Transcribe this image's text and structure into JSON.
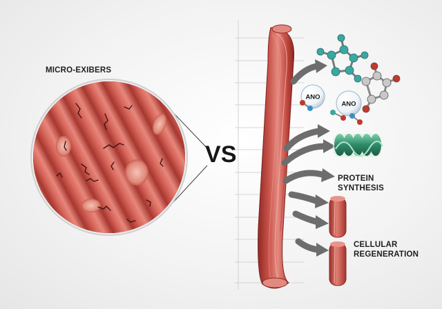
{
  "labels": {
    "micro_fibers": "MICRO-EXIBERS",
    "vs": "VS",
    "protein_line1": "PROTEIN",
    "protein_line2": "SYNTHESIS",
    "cellular_line1": "CELLULAR",
    "cellular_line2": "REGENERATION",
    "bubble_a": "ANO",
    "bubble_b": "ANO"
  },
  "colors": {
    "muscle_dark": "#9e2f28",
    "muscle_mid": "#c9534a",
    "muscle_light": "#e9948a",
    "arrow_gray": "#6d6d6d",
    "protein_green": "#2f8a6a",
    "molecule_teal": "#3aa8a0",
    "oxygen_red": "#c0392b"
  }
}
